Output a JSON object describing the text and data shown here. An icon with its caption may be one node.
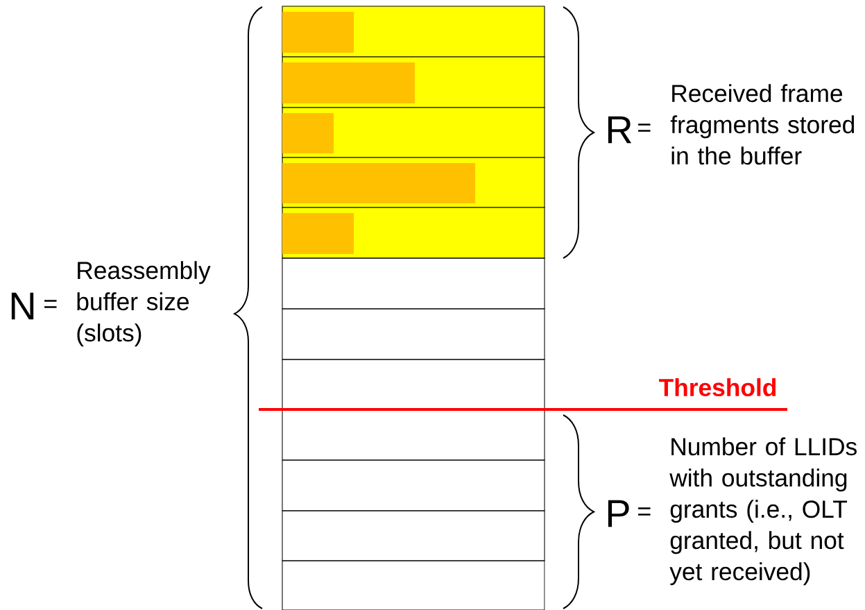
{
  "diagram": {
    "labels": [
      "R",
      "=",
      "Received frame fragments stored in the buffer",
      "N",
      "=",
      "Reassembly buffer size (slots)",
      "Threshold",
      "P",
      "=",
      "Number of LLIDs with outstanding grants (i.e., OLT granted, but not yet received)"
    ]
  }
}
